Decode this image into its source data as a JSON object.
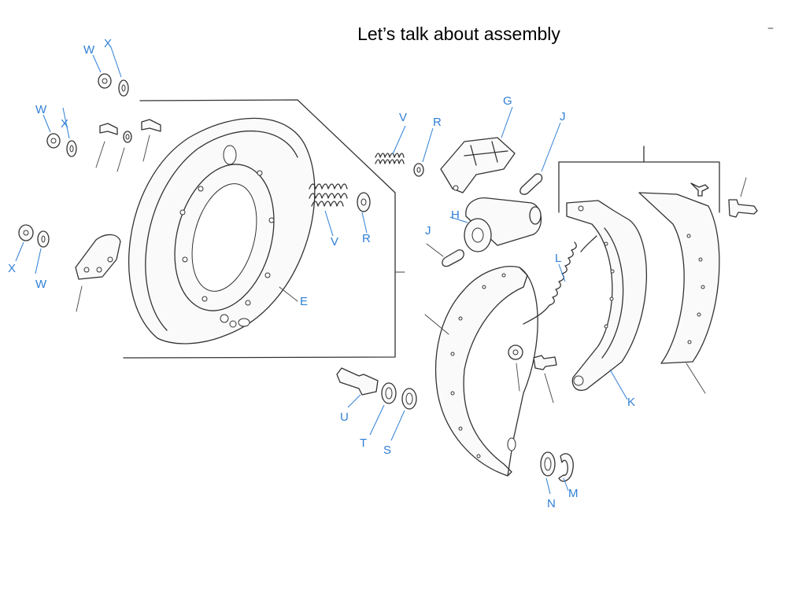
{
  "slide": {
    "title": "Let’s talk about assembly"
  },
  "labels": {
    "w1": "W",
    "x1": "X",
    "w2": "W",
    "x2": "X",
    "x3": "X",
    "w3": "W",
    "e": "E",
    "v1": "V",
    "r1": "R",
    "v2": "V",
    "r2": "R",
    "g": "G",
    "j1": "J",
    "h": "H",
    "j2": "J",
    "l": "L",
    "k": "K",
    "u": "U",
    "t": "T",
    "s": "S",
    "n": "N",
    "m": "M"
  },
  "colors": {
    "label": "#2f7fd6",
    "line": "#333333"
  }
}
